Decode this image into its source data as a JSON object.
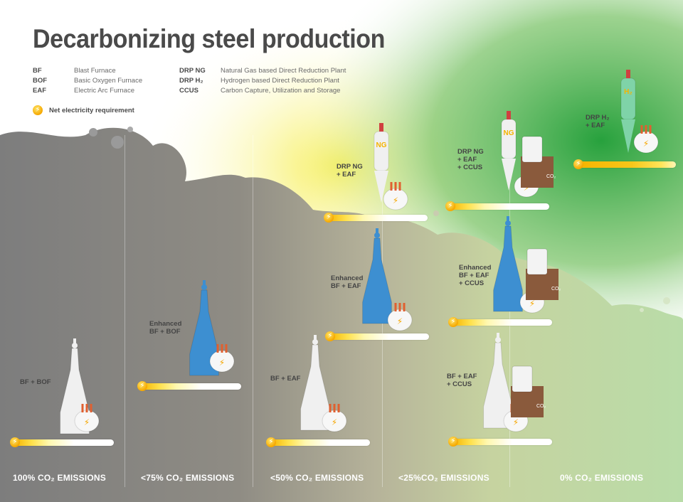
{
  "title": "Decarbonizing steel production",
  "legend_left": [
    {
      "abbr": "BF",
      "desc": "Blast Furnace"
    },
    {
      "abbr": "BOF",
      "desc": "Basic Oxygen Furnace"
    },
    {
      "abbr": "EAF",
      "desc": "Electric Arc Furnace"
    }
  ],
  "legend_right": [
    {
      "abbr": "DRP NG",
      "desc": "Natural Gas based Direct Reduction Plant"
    },
    {
      "abbr": "DRP H₂",
      "desc": "Hydrogen based Direct Reduction Plant"
    },
    {
      "abbr": "CCUS",
      "desc": "Carbon Capture, Utilization and Storage"
    }
  ],
  "net_electricity": "Net electricity requirement",
  "routes": [
    {
      "line1": "BF + BOF",
      "line2": "",
      "line3": "",
      "furnace_color": "#f0f0f0",
      "electricity_fraction": 0.1
    },
    {
      "line1": "Enhanced",
      "line2": "BF + BOF",
      "line3": "",
      "furnace_color": "#3d8fd1",
      "electricity_fraction": 0.2
    },
    {
      "line1": "BF + EAF",
      "line2": "",
      "line3": "",
      "furnace_color": "#f0f0f0",
      "electricity_fraction": 0.3
    },
    {
      "line1": "Enhanced",
      "line2": "BF + EAF",
      "line3": "",
      "furnace_color": "#3d8fd1",
      "electricity_fraction": 0.35
    },
    {
      "line1": "DRP NG",
      "line2": "+ EAF",
      "line3": "",
      "furnace_color": "#f0f0f0",
      "electricity_fraction": 0.4
    },
    {
      "line1": "BF + EAF",
      "line2": "+ CCUS",
      "line3": "",
      "furnace_color": "#f0f0f0",
      "electricity_fraction": 0.45
    },
    {
      "line1": "Enhanced",
      "line2": "BF + EAF",
      "line3": "+ CCUS",
      "furnace_color": "#3d8fd1",
      "electricity_fraction": 0.5
    },
    {
      "line1": "DRP NG",
      "line2": "+ EAF",
      "line3": "+ CCUS",
      "furnace_color": "#f0f0f0",
      "electricity_fraction": 0.55
    },
    {
      "line1": "DRP H₂",
      "line2": "+ EAF",
      "line3": "",
      "furnace_color": "#7fd3a8",
      "electricity_fraction": 0.9
    }
  ],
  "furnace_marks": {
    "ng": "NG",
    "h2": "H₂",
    "co2": "CO₂"
  },
  "emissions": [
    "100% CO₂ EMISSIONS",
    "<75% CO₂ EMISSIONS",
    "<50% CO₂ EMISSIONS",
    "<25%CO₂ EMISSIONS",
    "0% CO₂ EMISSIONS"
  ],
  "colors": {
    "title": "#4a4a4a",
    "gray_cloud": "#8e8e8e",
    "green": "#3db04b",
    "yellow": "#f2e64a",
    "bolt": "#f5a700",
    "blue_furnace": "#3d8fd1",
    "green_furnace": "#7fd3a8",
    "ccus_brown": "#8a5a3c"
  }
}
